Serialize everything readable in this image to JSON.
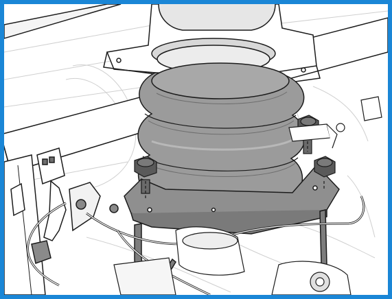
{
  "colors": {
    "border": "#1a86d6",
    "line": "#1b1b1b",
    "airspring": "#9b9b9b",
    "bolt": "#5a5a5a",
    "background": "#ffffff"
  },
  "parts": {
    "air_spring": "air-spring",
    "mounting_plate": "mounting-plate",
    "u_bolts": "u-bolts",
    "nuts": "hex-nuts",
    "air_line": "air-line",
    "sensor": "level-sensor",
    "frame_rail": "frame-rail"
  }
}
